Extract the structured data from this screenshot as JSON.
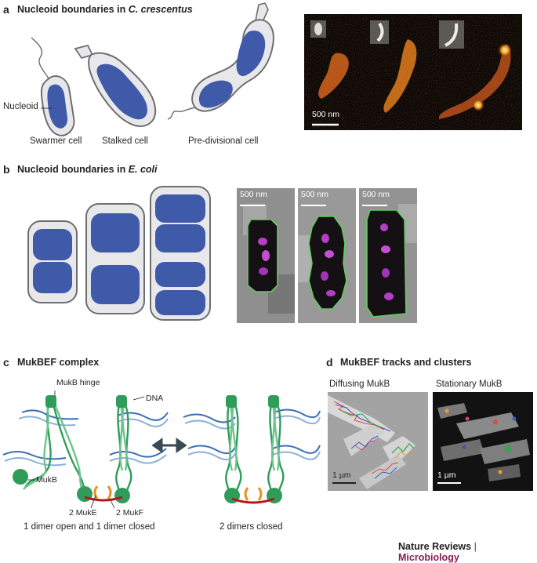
{
  "panel_a": {
    "letter": "a",
    "title_prefix": "Nucleoid boundaries in ",
    "title_species": "C. crescentus",
    "nucleoid_label": "Nucleoid",
    "cells": [
      "Swarmer cell",
      "Stalked cell",
      "Pre-divisional cell"
    ],
    "scale_bar": "500 nm"
  },
  "panel_b": {
    "letter": "b",
    "title_prefix": "Nucleoid boundaries in ",
    "title_species": "E. coli",
    "scale_bars": [
      "500 nm",
      "500 nm",
      "500 nm"
    ]
  },
  "panel_c": {
    "letter": "c",
    "title": "MukBEF complex",
    "labels": {
      "hinge": "MukB hinge",
      "dna": "DNA",
      "mukb": "MukB",
      "muke": "2 MukE",
      "mukf": "2 MukF"
    },
    "captions": [
      "1 dimer open and 1 dimer closed",
      "2 dimers closed"
    ]
  },
  "panel_d": {
    "letter": "d",
    "title": "MukBEF tracks and clusters",
    "subtitles": [
      "Diffusing MukB",
      "Stationary MukB"
    ],
    "scale_bars": [
      "1 µm",
      "1 µm"
    ]
  },
  "footer": {
    "journal": "Nature Reviews",
    "separator": "|",
    "section": "Microbiology"
  },
  "colors": {
    "cell_fill": "#e8e8ea",
    "cell_stroke": "#6d6e71",
    "nucleoid": "#3f5aa8",
    "mukb_green": "#2f9c5a",
    "mukb_light": "#6cc48a",
    "dna_blue": "#3b6fb6",
    "kleisin_red": "#b5161b",
    "muke_orange": "#e8901e",
    "footer_magenta": "#8a1c56"
  }
}
